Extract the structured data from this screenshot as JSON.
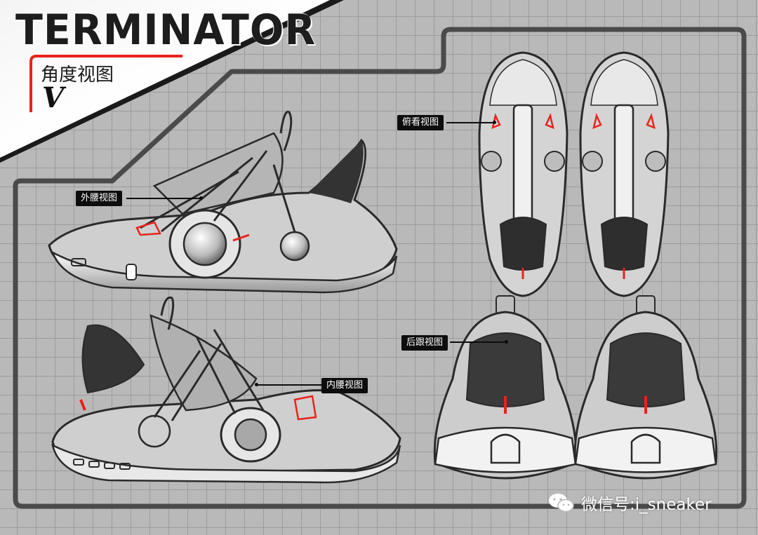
{
  "title": "TERMINATOR",
  "subtitle": "角度视图",
  "v_mark": "V",
  "labels": {
    "lateral": "外腰视图",
    "medial": "内腰视图",
    "top": "俯看视图",
    "heel": "后跟视图"
  },
  "watermark": {
    "icon": "wechat-icon",
    "text": "微信号:i_sneaker"
  },
  "colors": {
    "accent_red": "#e8231c",
    "frame": "#4a4a4a",
    "label_bg": "#0d0d0d"
  }
}
